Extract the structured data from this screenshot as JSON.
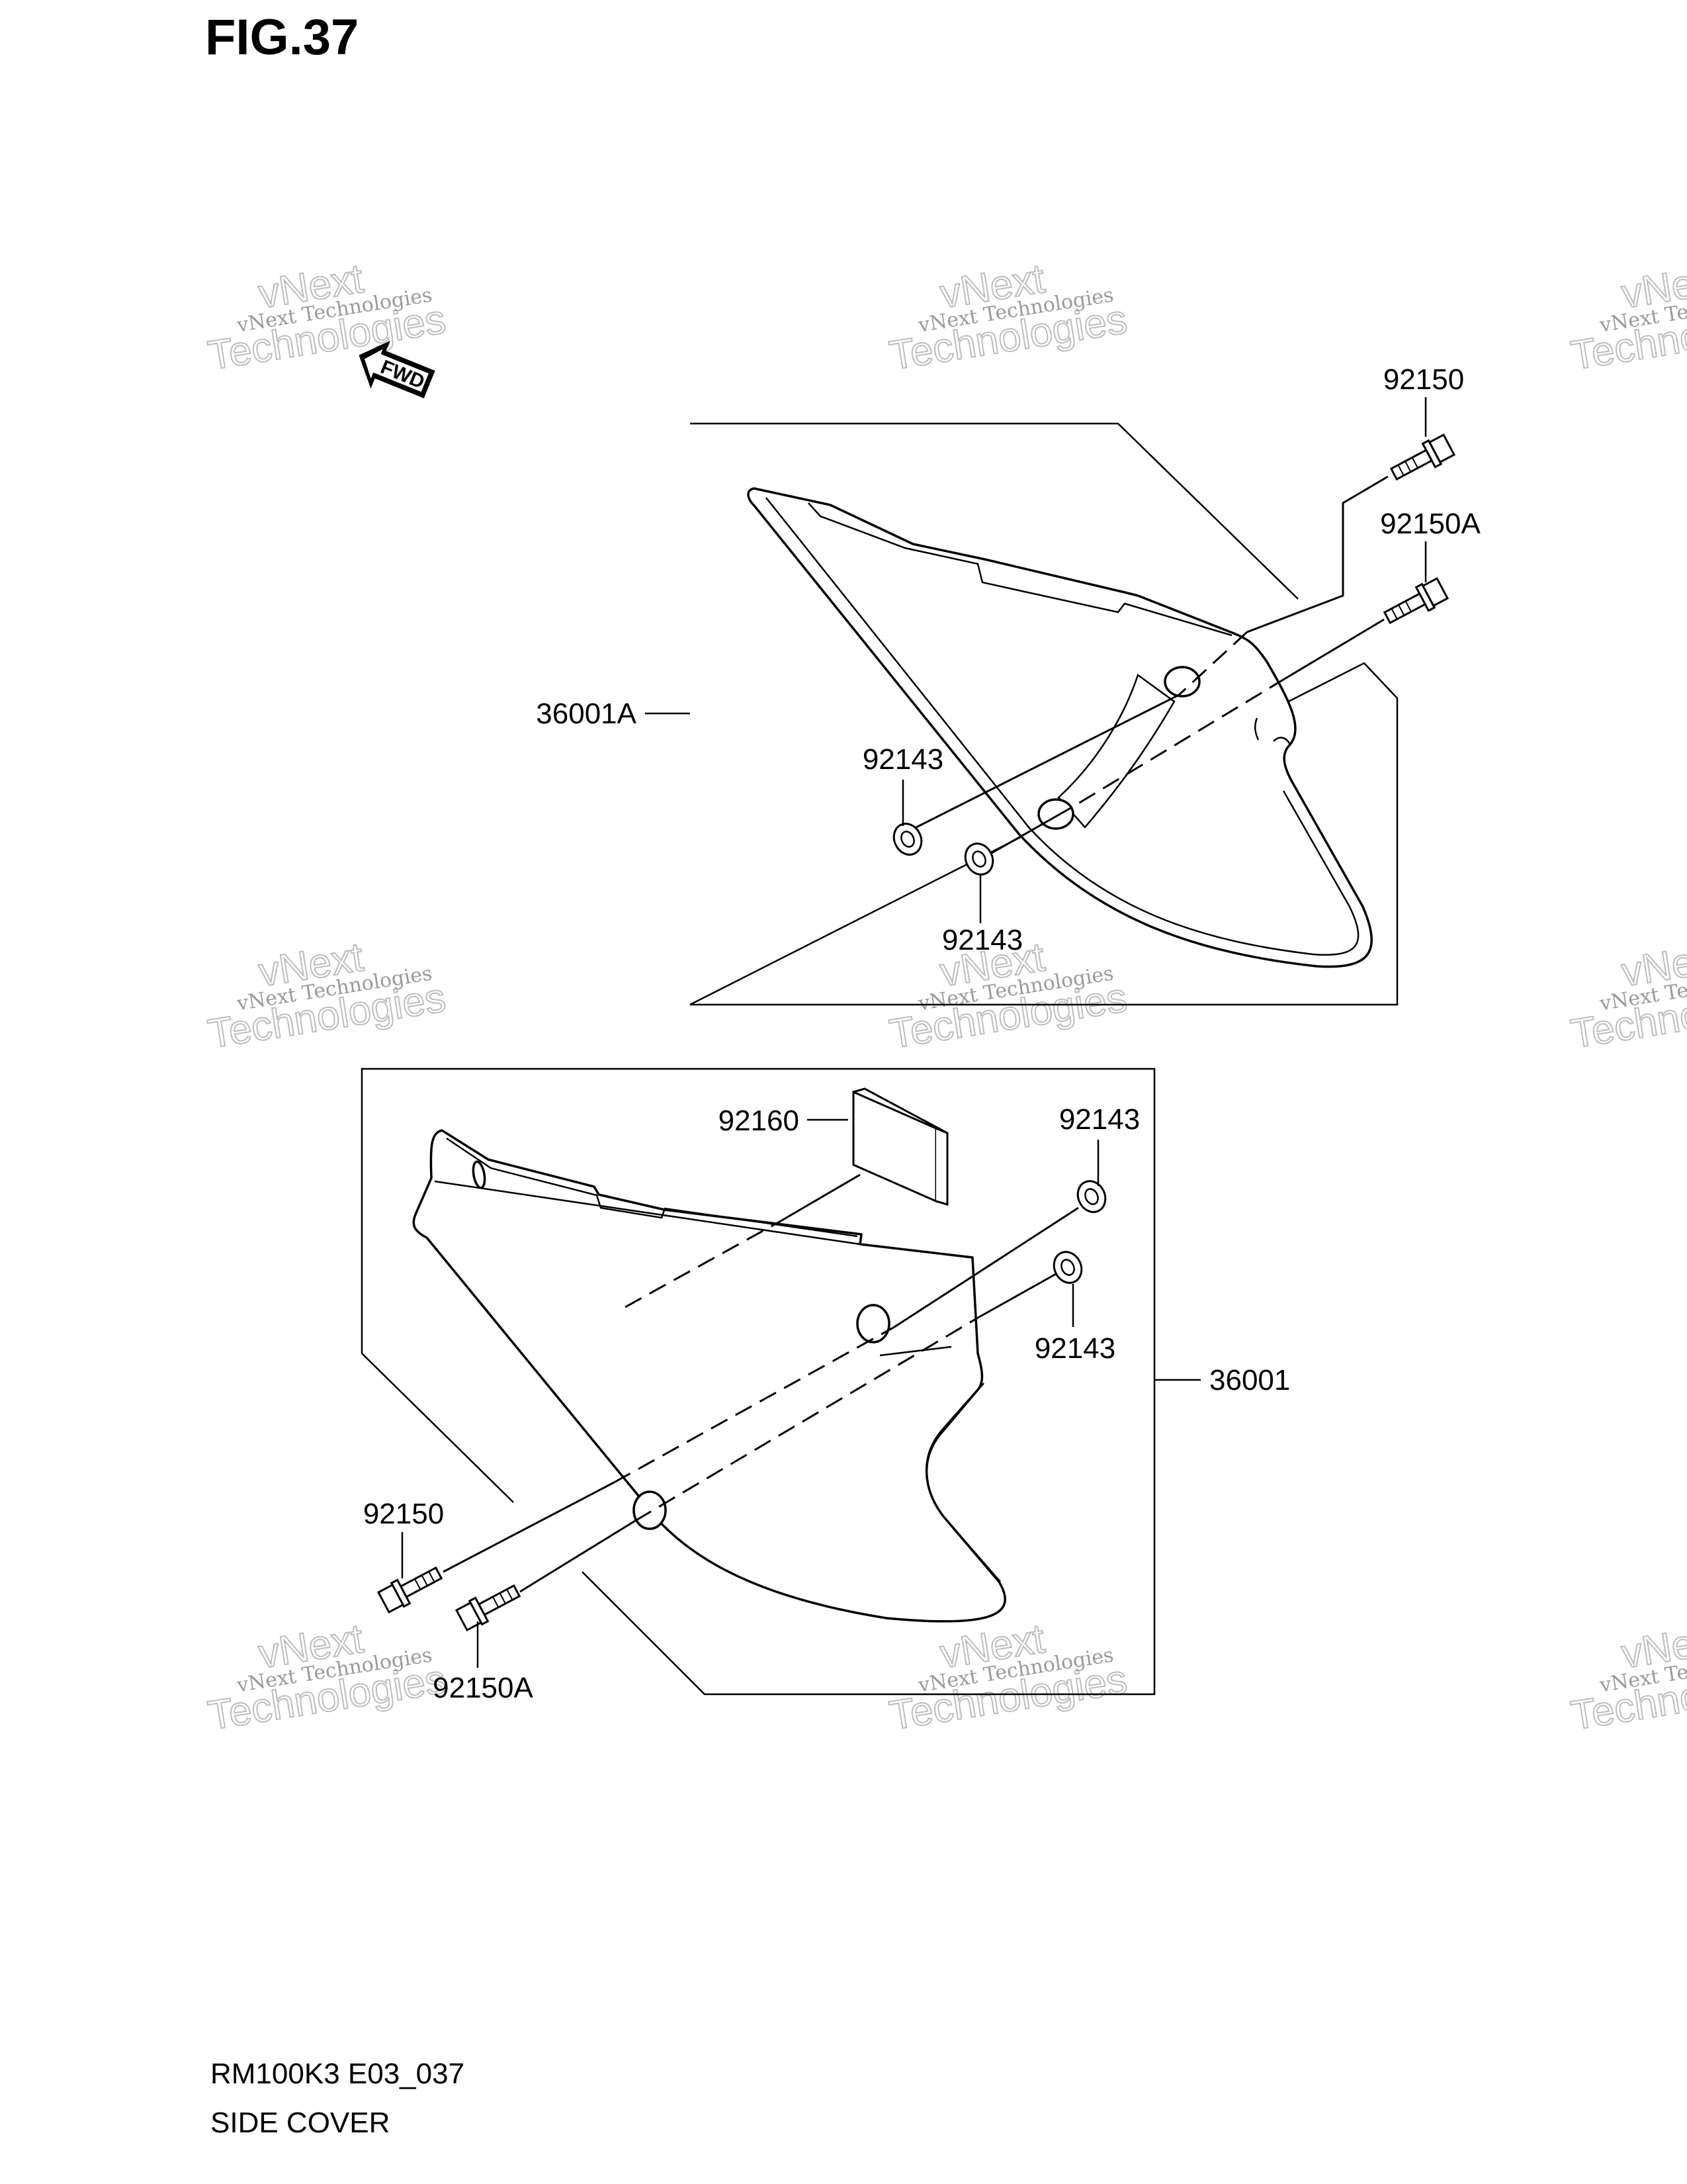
{
  "figure": {
    "title": "FIG.37",
    "fwd_label": "FWD"
  },
  "watermark": {
    "line1": "vNext Technologies",
    "big1": "vNext",
    "big2": "Technologies"
  },
  "upper_group": {
    "assembly_ref": "36001A",
    "bolt_ref": "92150",
    "bolt_a_ref": "92150A",
    "grommet_upper_ref": "92143",
    "grommet_lower_ref": "92143"
  },
  "lower_group": {
    "assembly_ref": "36001",
    "cushion_ref": "92160",
    "grommet_upper_ref": "92143",
    "grommet_lower_ref": "92143",
    "bolt_ref": "92150",
    "bolt_a_ref": "92150A"
  },
  "footer": {
    "model_code": "RM100K3 E03_037",
    "section_name": "SIDE COVER"
  }
}
